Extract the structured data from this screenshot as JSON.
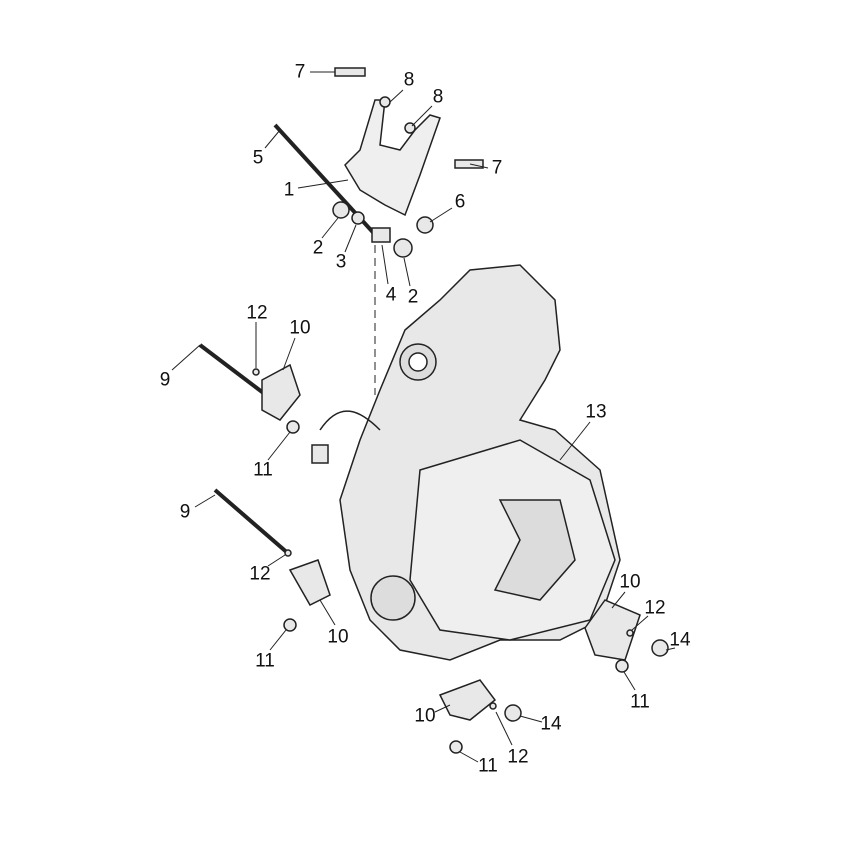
{
  "callouts": [
    "7",
    "8",
    "8",
    "5",
    "7",
    "1",
    "6",
    "2",
    "3",
    "4",
    "2",
    "12",
    "10",
    "9",
    "11",
    "13",
    "9",
    "12",
    "10",
    "12",
    "14",
    "10",
    "11",
    "11",
    "10",
    "14",
    "12",
    "11"
  ],
  "colors": {
    "line": "#222222",
    "fill": "#e6e6e6"
  }
}
